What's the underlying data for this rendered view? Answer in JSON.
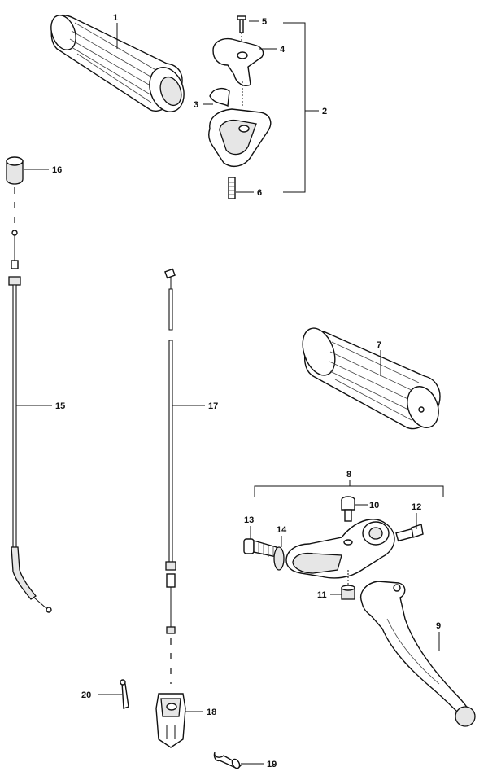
{
  "callouts": [
    {
      "id": "1",
      "text": "1"
    },
    {
      "id": "2",
      "text": "2"
    },
    {
      "id": "3",
      "text": "3"
    },
    {
      "id": "4",
      "text": "4"
    },
    {
      "id": "5",
      "text": "5"
    },
    {
      "id": "6",
      "text": "6"
    },
    {
      "id": "7",
      "text": "7"
    },
    {
      "id": "8",
      "text": "8"
    },
    {
      "id": "9",
      "text": "9"
    },
    {
      "id": "10",
      "text": "10"
    },
    {
      "id": "11",
      "text": "11"
    },
    {
      "id": "12",
      "text": "12"
    },
    {
      "id": "13",
      "text": "13"
    },
    {
      "id": "14",
      "text": "14"
    },
    {
      "id": "15",
      "text": "15"
    },
    {
      "id": "16",
      "text": "16"
    },
    {
      "id": "17",
      "text": "17"
    },
    {
      "id": "18",
      "text": "18"
    },
    {
      "id": "19",
      "text": "19"
    },
    {
      "id": "20",
      "text": "20"
    }
  ]
}
